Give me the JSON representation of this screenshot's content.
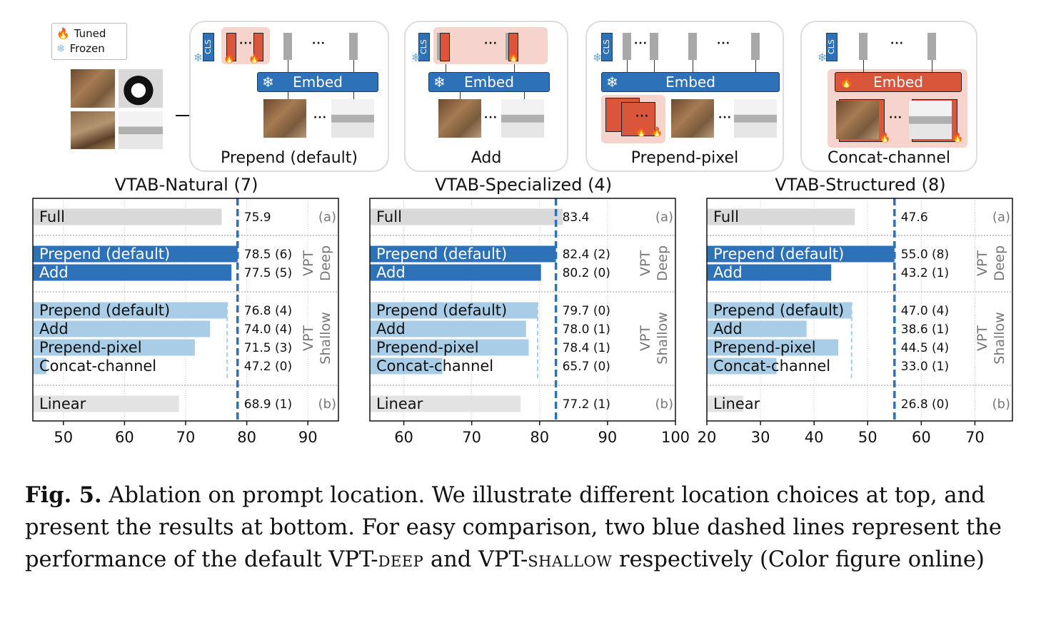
{
  "diagram": {
    "legend": {
      "tuned": "Tuned",
      "frozen": "Frozen"
    },
    "panels": [
      {
        "label": "Prepend (default)",
        "embed": "Embed",
        "cls": "CLS"
      },
      {
        "label": "Add",
        "embed": "Embed",
        "cls": "CLS"
      },
      {
        "label": "Prepend-pixel",
        "embed": "Embed",
        "cls": "CLS"
      },
      {
        "label": "Concat-channel",
        "embed": "Embed",
        "cls": "CLS"
      }
    ],
    "ellipsis": "···",
    "icons": {
      "tuned": "flame-icon",
      "frozen": "snowflake-icon"
    },
    "colors": {
      "tuned": "#d9563b",
      "frozen_embed": "#2d72b8",
      "tuned_bg": "#f6d3cc",
      "image_token": "#a8a8a8"
    }
  },
  "chart_data": [
    {
      "type": "bar",
      "orientation": "horizontal",
      "title": "VTAB-Natural (7)",
      "xlim": [
        45,
        95
      ],
      "xticks": [
        50,
        60,
        70,
        80,
        90
      ],
      "deep_line": 78.5,
      "shallow_line": 76.8,
      "rows": [
        {
          "label": "Full",
          "value": 75.9,
          "text": "75.9",
          "group": "full",
          "tag": "(a)"
        },
        {
          "label": "Prepend (default)",
          "value": 78.5,
          "text": "78.5 (6)",
          "group": "deep"
        },
        {
          "label": "Add",
          "value": 77.5,
          "text": "77.5 (5)",
          "group": "deep"
        },
        {
          "label": "Prepend (default)",
          "value": 76.8,
          "text": "76.8 (4)",
          "group": "shallow"
        },
        {
          "label": "Add",
          "value": 74.0,
          "text": "74.0 (4)",
          "group": "shallow"
        },
        {
          "label": "Prepend-pixel",
          "value": 71.5,
          "text": "71.5 (3)",
          "group": "shallow"
        },
        {
          "label": "Concat-channel",
          "value": 47.2,
          "text": "47.2 (0)",
          "group": "shallow"
        },
        {
          "label": "Linear",
          "value": 68.9,
          "text": "68.9 (1)",
          "group": "linear",
          "tag": "(b)"
        }
      ],
      "group_labels": {
        "deep": [
          "VPT",
          "Deep"
        ],
        "shallow": [
          "VPT",
          "Shallow"
        ]
      }
    },
    {
      "type": "bar",
      "orientation": "horizontal",
      "title": "VTAB-Specialized (4)",
      "xlim": [
        55,
        100
      ],
      "xticks": [
        60,
        70,
        80,
        90,
        100
      ],
      "deep_line": 82.4,
      "shallow_line": 79.7,
      "rows": [
        {
          "label": "Full",
          "value": 83.4,
          "text": "83.4",
          "group": "full",
          "tag": "(a)"
        },
        {
          "label": "Prepend (default)",
          "value": 82.4,
          "text": "82.4 (2)",
          "group": "deep"
        },
        {
          "label": "Add",
          "value": 80.2,
          "text": "80.2 (0)",
          "group": "deep"
        },
        {
          "label": "Prepend (default)",
          "value": 79.7,
          "text": "79.7 (0)",
          "group": "shallow"
        },
        {
          "label": "Add",
          "value": 78.0,
          "text": "78.0 (1)",
          "group": "shallow"
        },
        {
          "label": "Prepend-pixel",
          "value": 78.4,
          "text": "78.4 (1)",
          "group": "shallow"
        },
        {
          "label": "Concat-channel",
          "value": 65.7,
          "text": "65.7 (0)",
          "group": "shallow"
        },
        {
          "label": "Linear",
          "value": 77.2,
          "text": "77.2 (1)",
          "group": "linear",
          "tag": "(b)"
        }
      ],
      "group_labels": {
        "deep": [
          "VPT",
          "Deep"
        ],
        "shallow": [
          "VPT",
          "Shallow"
        ]
      }
    },
    {
      "type": "bar",
      "orientation": "horizontal",
      "title": "VTAB-Structured (8)",
      "xlim": [
        20,
        77
      ],
      "xticks": [
        20,
        30,
        40,
        50,
        60,
        70
      ],
      "deep_line": 55.0,
      "shallow_line": 47.0,
      "rows": [
        {
          "label": "Full",
          "value": 47.6,
          "text": "47.6",
          "group": "full",
          "tag": "(a)"
        },
        {
          "label": "Prepend (default)",
          "value": 55.0,
          "text": "55.0 (8)",
          "group": "deep"
        },
        {
          "label": "Add",
          "value": 43.2,
          "text": "43.2 (1)",
          "group": "deep"
        },
        {
          "label": "Prepend (default)",
          "value": 47.0,
          "text": "47.0 (4)",
          "group": "shallow"
        },
        {
          "label": "Add",
          "value": 38.6,
          "text": "38.6 (1)",
          "group": "shallow"
        },
        {
          "label": "Prepend-pixel",
          "value": 44.5,
          "text": "44.5 (4)",
          "group": "shallow"
        },
        {
          "label": "Concat-channel",
          "value": 33.0,
          "text": "33.0 (1)",
          "group": "shallow"
        },
        {
          "label": "Linear",
          "value": 26.8,
          "text": "26.8 (0)",
          "group": "linear",
          "tag": "(b)"
        }
      ],
      "group_labels": {
        "deep": [
          "VPT",
          "Deep"
        ],
        "shallow": [
          "VPT",
          "Shallow"
        ]
      }
    }
  ],
  "caption": {
    "label": "Fig. 5.",
    "t1": " Ablation on prompt location. We illustrate different location choices at top, and present the results at bottom. For easy comparison, two blue dashed lines represent the performance of the default VPT-",
    "deep": "deep",
    "t2": " and VPT-",
    "shallow": "shallow",
    "t3": " respectively (Color figure online)"
  }
}
